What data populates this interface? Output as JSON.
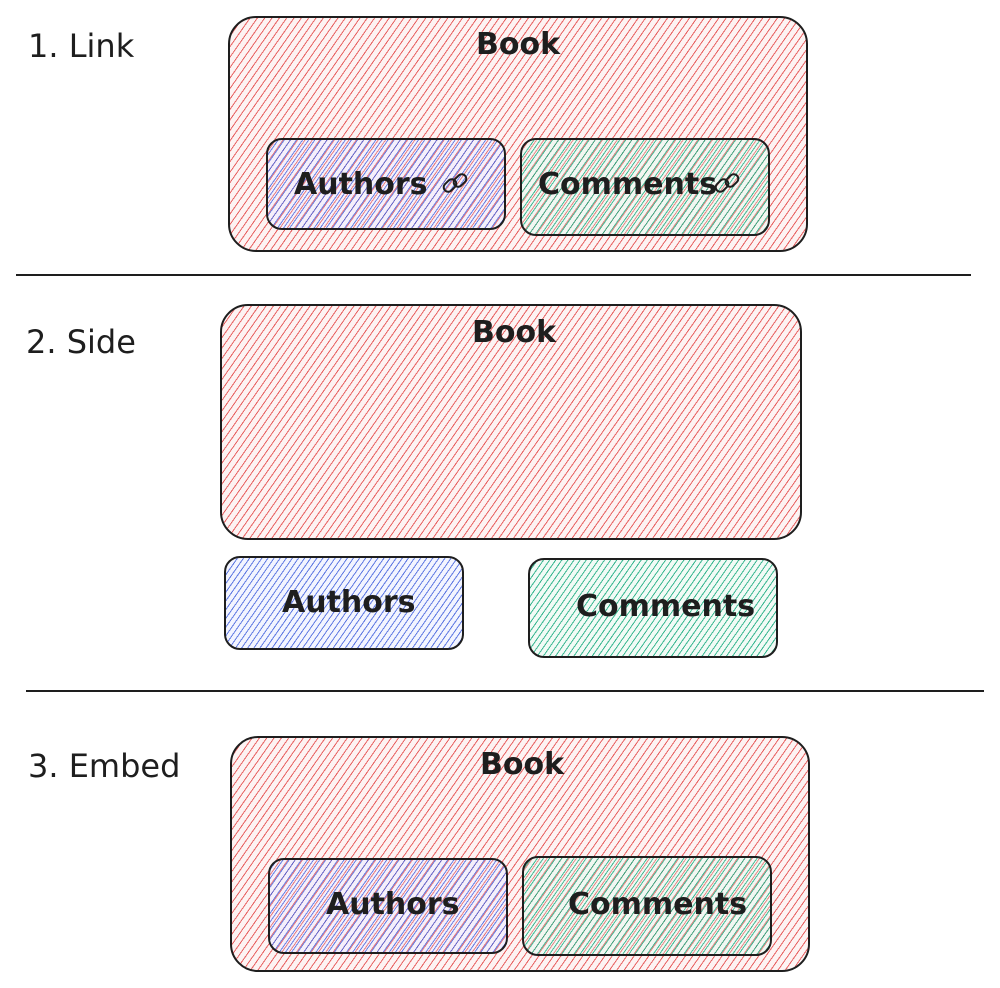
{
  "sections": [
    {
      "label": "1. Link",
      "book": "Book",
      "authors": "Authors",
      "comments": "Comments",
      "authors_icon": "link-icon",
      "comments_icon": "link-icon"
    },
    {
      "label": "2. Side",
      "book": "Book",
      "authors": "Authors",
      "comments": "Comments"
    },
    {
      "label": "3. Embed",
      "book": "Book",
      "authors": "Authors",
      "comments": "Comments"
    }
  ],
  "colors": {
    "book": "#e03131",
    "authors": "#3b5bdb",
    "comments": "#0ca678",
    "stroke": "#1e1e1e"
  }
}
